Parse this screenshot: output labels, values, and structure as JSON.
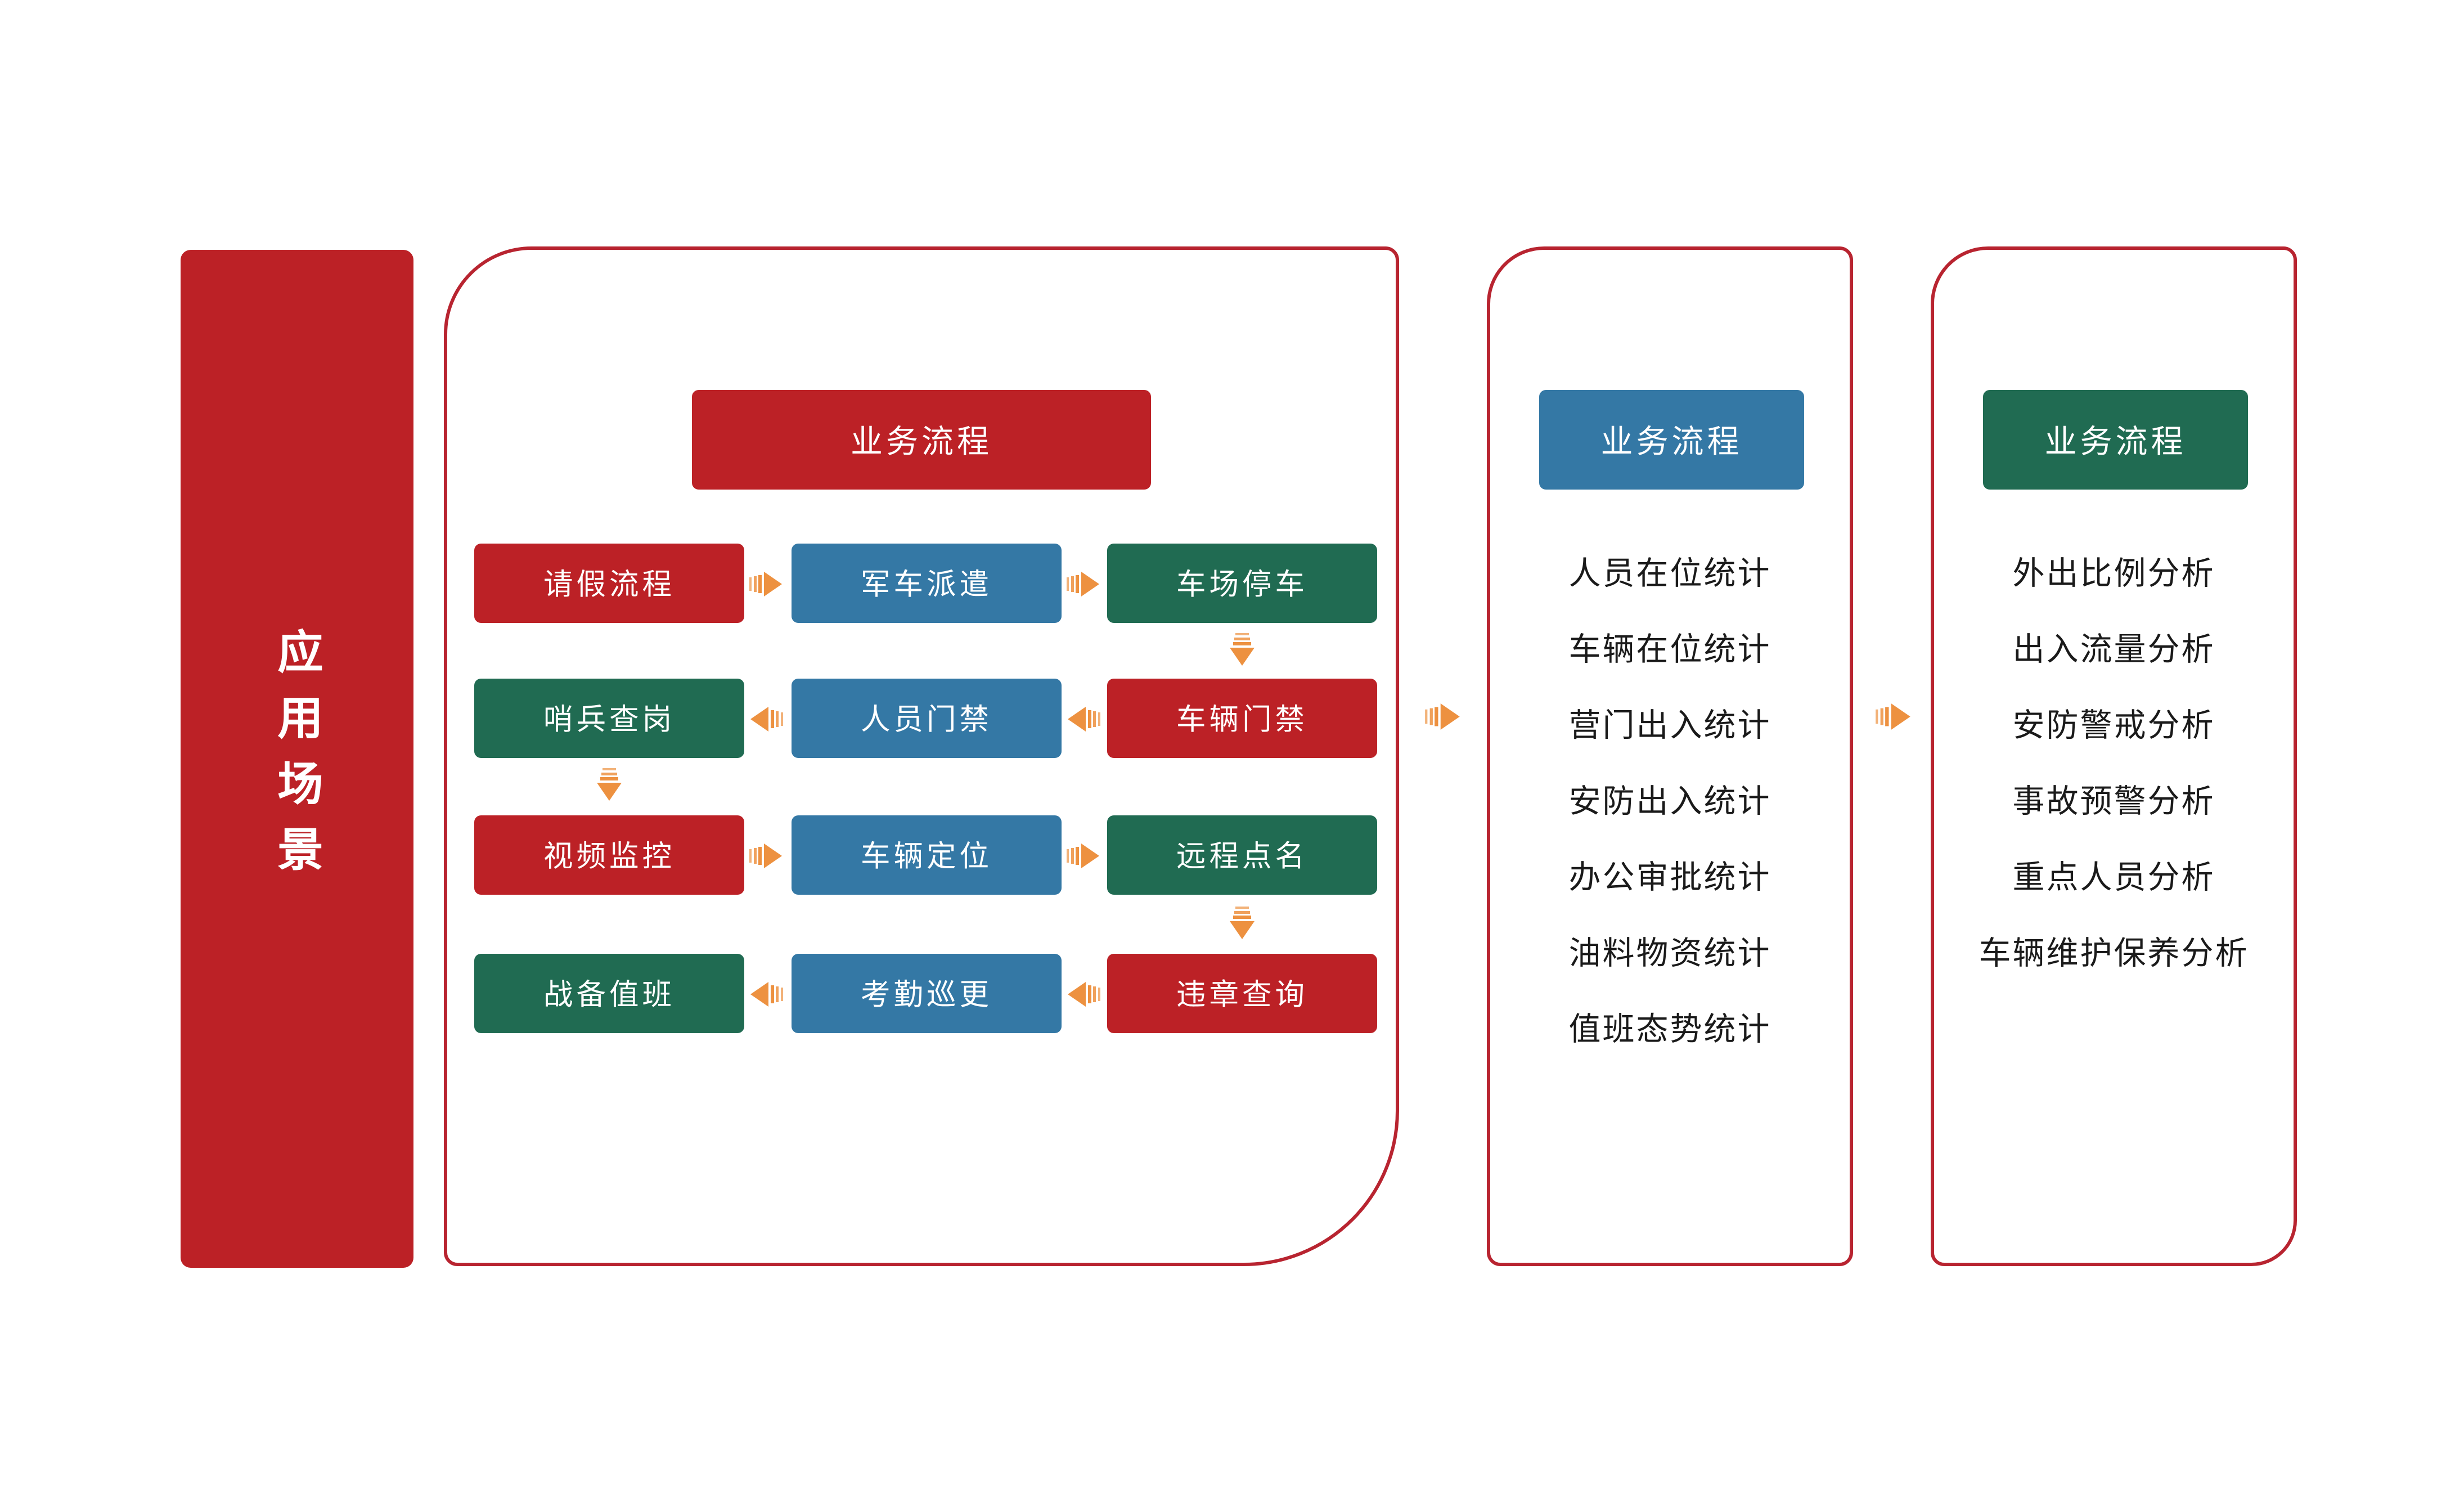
{
  "colors": {
    "red": "#BC2126",
    "blue": "#3478A5",
    "green": "#206B52",
    "orange": "#ED9140",
    "border": "#B82430"
  },
  "sidebar": {
    "label": "应用场景"
  },
  "panel1": {
    "header": "业务流程",
    "rows": [
      {
        "cells": [
          {
            "label": "请假流程",
            "variant": "red"
          },
          {
            "label": "军车派遣",
            "variant": "blue"
          },
          {
            "label": "车场停车",
            "variant": "green"
          }
        ]
      },
      {
        "cells": [
          {
            "label": "哨兵查岗",
            "variant": "green"
          },
          {
            "label": "人员门禁",
            "variant": "blue"
          },
          {
            "label": "车辆门禁",
            "variant": "red"
          }
        ]
      },
      {
        "cells": [
          {
            "label": "视频监控",
            "variant": "red"
          },
          {
            "label": "车辆定位",
            "variant": "blue"
          },
          {
            "label": "远程点名",
            "variant": "green"
          }
        ]
      },
      {
        "cells": [
          {
            "label": "战备值班",
            "variant": "green"
          },
          {
            "label": "考勤巡更",
            "variant": "blue"
          },
          {
            "label": "违章查询",
            "variant": "red"
          }
        ]
      }
    ]
  },
  "panel2": {
    "header": "业务流程",
    "items": [
      "人员在位统计",
      "车辆在位统计",
      "营门出入统计",
      "安防出入统计",
      "办公审批统计",
      "油料物资统计",
      "值班态势统计"
    ]
  },
  "panel3": {
    "header": "业务流程",
    "items": [
      "外出比例分析",
      "出入流量分析",
      "安防警戒分析",
      "事故预警分析",
      "重点人员分析",
      "车辆维护保养分析"
    ]
  }
}
